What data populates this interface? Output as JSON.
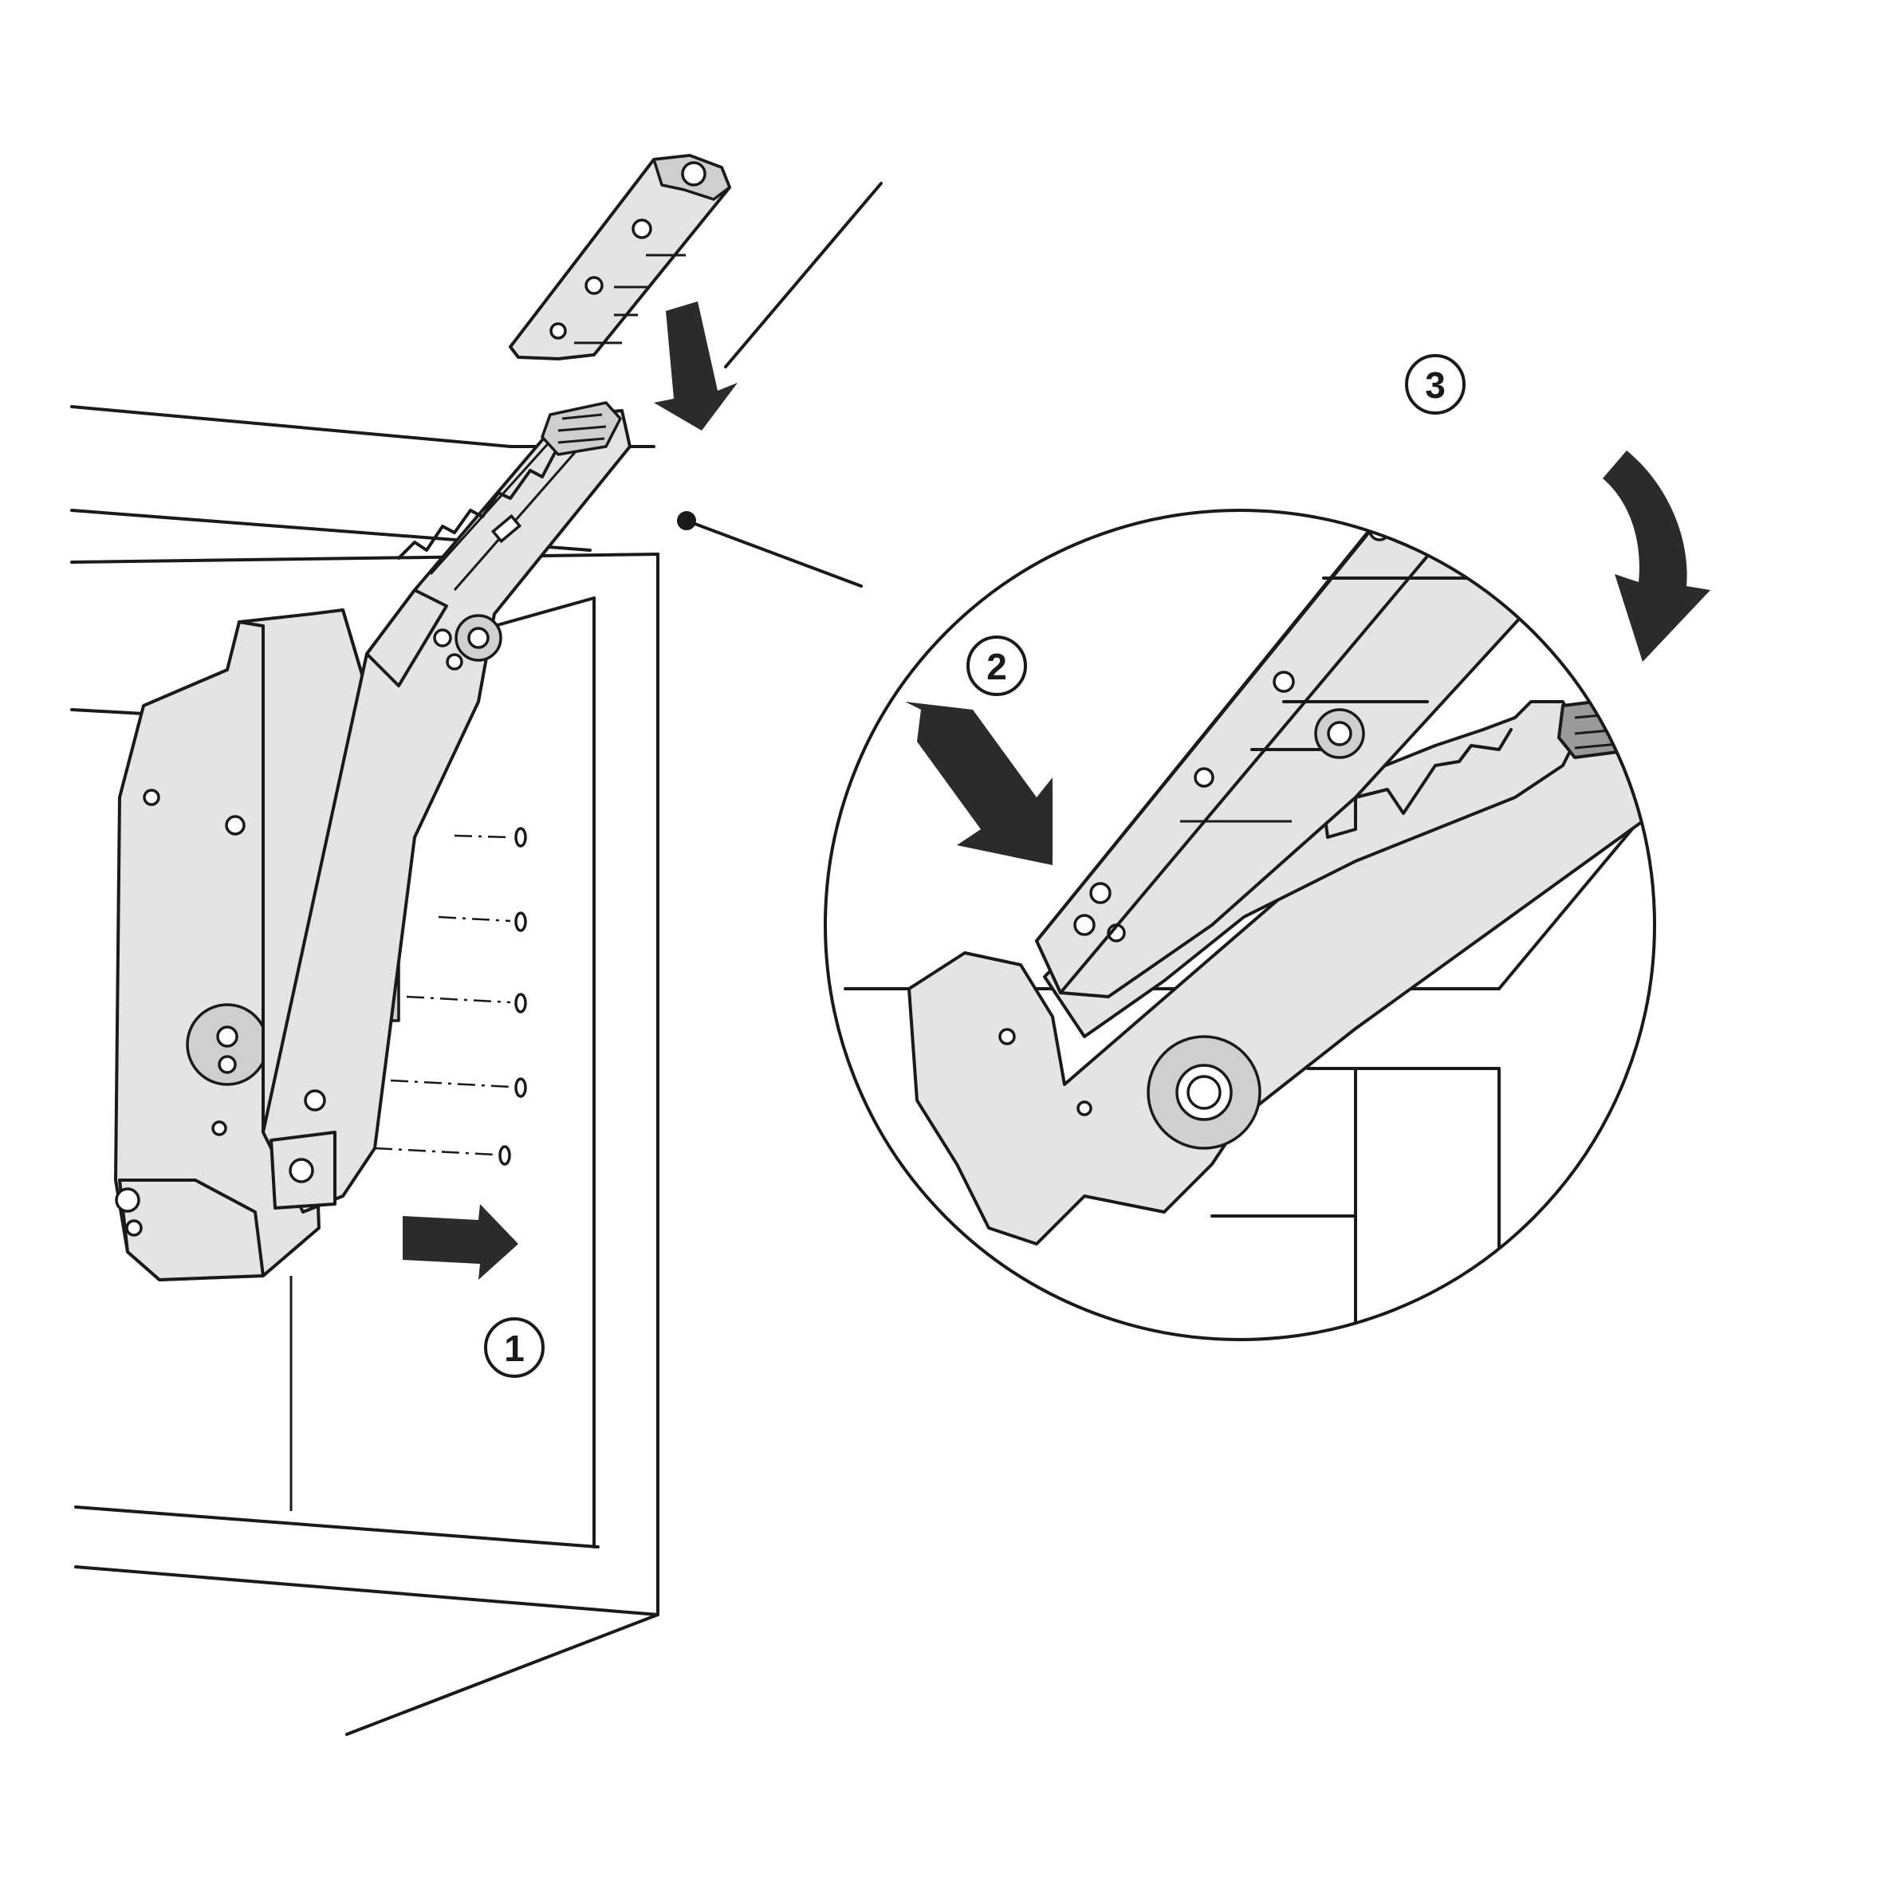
{
  "steps": [
    {
      "id": "step-1",
      "number": "1"
    },
    {
      "id": "step-2",
      "number": "2"
    },
    {
      "id": "step-3",
      "number": "3"
    }
  ],
  "colors": {
    "line": "#1a1a1a",
    "part_fill": "#e4e4e4",
    "arrow": "#2b2b2b",
    "background": "#ffffff"
  }
}
